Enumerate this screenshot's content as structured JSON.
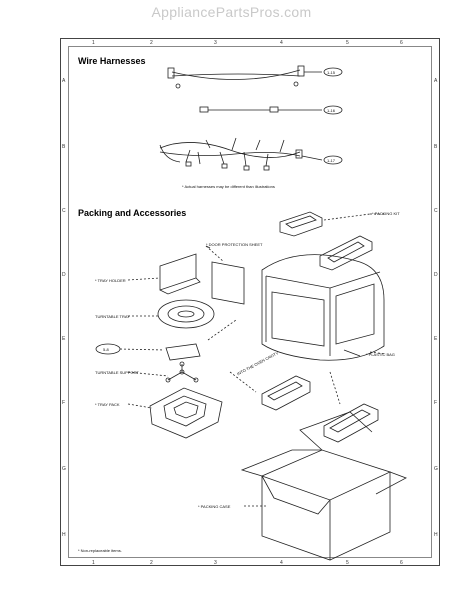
{
  "watermark": "AppliancePartsPros.com",
  "columns_top": [
    "1",
    "2",
    "3",
    "4",
    "5",
    "6"
  ],
  "columns_bottom": [
    "1",
    "2",
    "3",
    "4",
    "5",
    "6"
  ],
  "rows_left": [
    "A",
    "B",
    "C",
    "D",
    "E",
    "F",
    "G",
    "H"
  ],
  "rows_right": [
    "A",
    "B",
    "C",
    "D",
    "E",
    "F",
    "G",
    "H"
  ],
  "wire_harnesses": {
    "title": "Wire Harnesses",
    "callouts": [
      "1-15",
      "1-16",
      "1-17"
    ],
    "note": "* Actual harnesses may be different than illustrations"
  },
  "packing": {
    "title": "Packing and Accessories",
    "labels": {
      "packing_kit": "* PACKING KIT",
      "door_sheet": "* DOOR PROTECTION SHEET",
      "tray_holder": "* TRAY HOLDER",
      "turntable_tray": "TURNTABLE TRAY",
      "item_5_8": "5-8",
      "turntable_support": "TURNTABLE SUPPORT",
      "tray_pack": "* TRAY PACK",
      "plastic_bag": "* PLASTIC BAG",
      "into_oven": "INTO THE OVEN CAVITY",
      "packing_case": "* PACKING CASE"
    }
  },
  "footnote": "* Non-replaceable items."
}
